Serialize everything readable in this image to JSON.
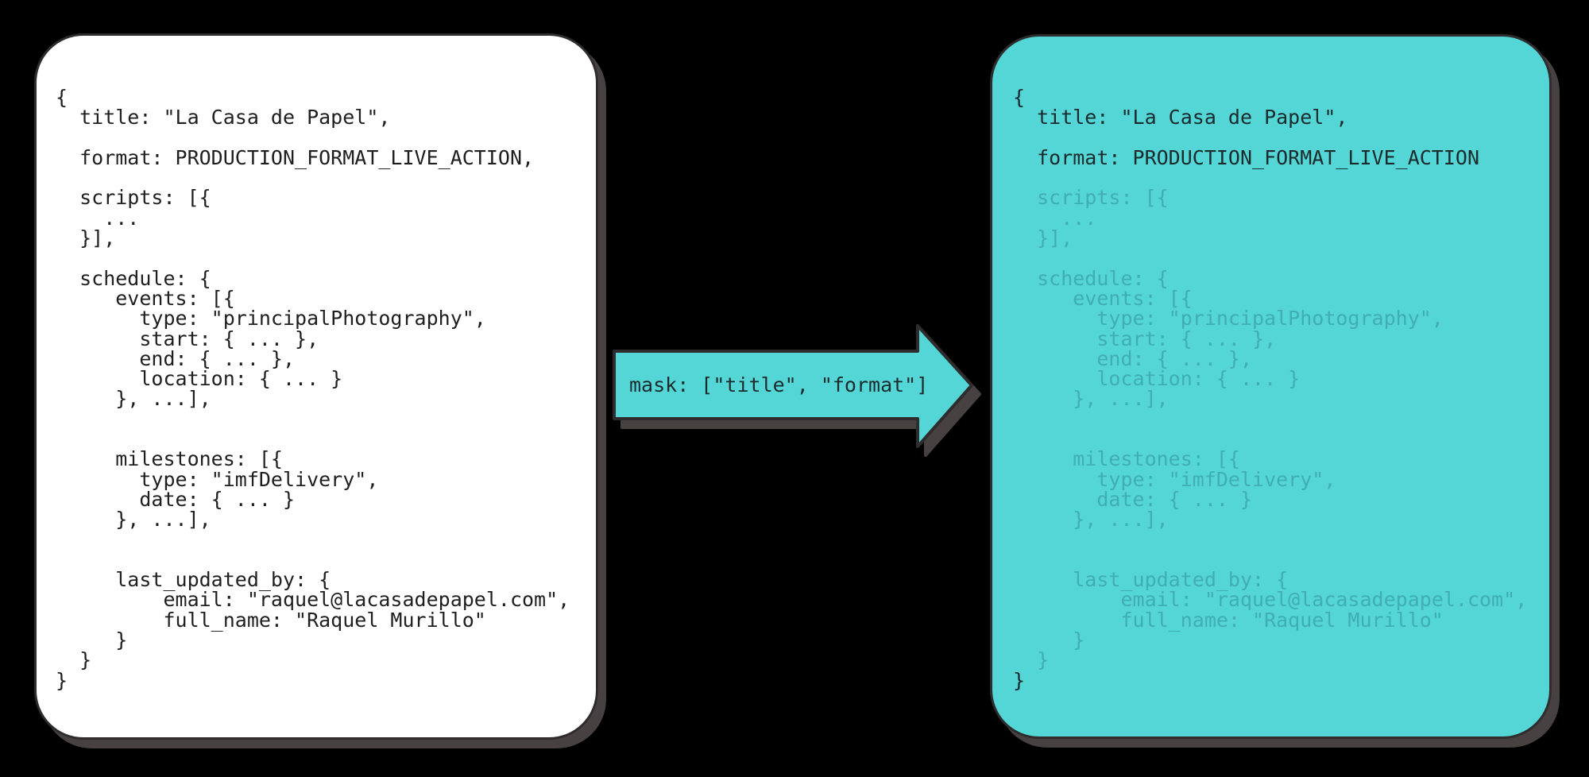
{
  "colors": {
    "background": "#000000",
    "panel_bg": "#ffffff",
    "teal": "#54d6d6",
    "border": "#2e2c2c",
    "ink": "#1f1f1f",
    "ink_on_teal": "#1a2b2d",
    "masked_text": "#40aeb2",
    "shadow": "#474141"
  },
  "left_panel": {
    "code_lines": [
      "{",
      "  title: \"La Casa de Papel\",",
      "",
      "  format: PRODUCTION_FORMAT_LIVE_ACTION,",
      "",
      "  scripts: [{",
      "    ...",
      "  }],",
      "",
      "  schedule: {",
      "     events: [{",
      "       type: \"principalPhotography\",",
      "       start: { ... },",
      "       end: { ... },",
      "       location: { ... }",
      "     }, ...],",
      "",
      "",
      "     milestones: [{",
      "       type: \"imfDelivery\",",
      "       date: { ... }",
      "     }, ...],",
      "",
      "",
      "     last_updated_by: {",
      "         email: \"raquel@lacasadepapel.com\",",
      "         full_name: \"Raquel Murillo\"",
      "     }",
      "  }",
      "}"
    ]
  },
  "arrow": {
    "label": "mask: [\"title\", \"format\"]"
  },
  "right_panel": {
    "kept_top_lines": [
      "{",
      "  title: \"La Casa de Papel\",",
      "",
      "  format: PRODUCTION_FORMAT_LIVE_ACTION"
    ],
    "masked_lines": [
      "",
      "  scripts: [{",
      "    ...",
      "  }],",
      "",
      "  schedule: {",
      "     events: [{",
      "       type: \"principalPhotography\",",
      "       start: { ... },",
      "       end: { ... },",
      "       location: { ... }",
      "     }, ...],",
      "",
      "",
      "     milestones: [{",
      "       type: \"imfDelivery\",",
      "       date: { ... }",
      "     }, ...],",
      "",
      "",
      "     last_updated_by: {",
      "         email: \"raquel@lacasadepapel.com\",",
      "         full_name: \"Raquel Murillo\"",
      "     }",
      "  }"
    ],
    "kept_bottom_line": "}"
  }
}
